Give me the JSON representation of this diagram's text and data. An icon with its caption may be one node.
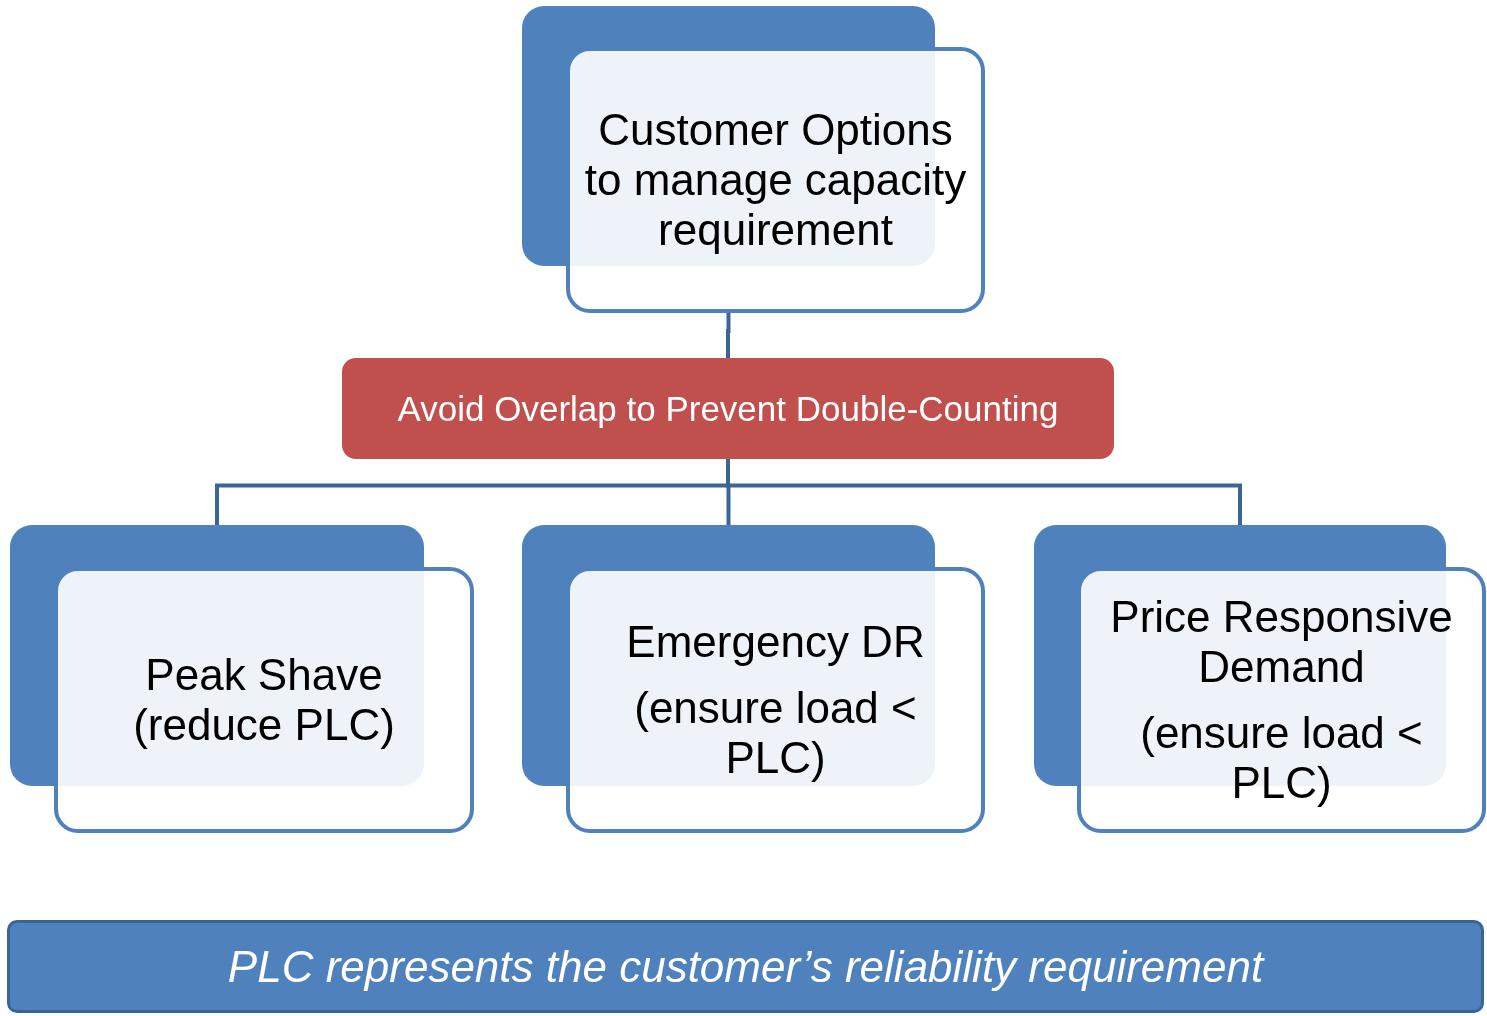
{
  "diagram": {
    "nodes": [
      {
        "text": [
          "Customer Options to manage capacity requirement"
        ]
      },
      {
        "text": [
          "Avoid Overlap to Prevent Double-Counting"
        ]
      },
      {
        "text": [
          "Peak Shave (reduce PLC)"
        ]
      },
      {
        "text": [
          "Emergency DR",
          "(ensure load < PLC)"
        ]
      },
      {
        "text": [
          "Price Responsive Demand",
          "(ensure load < PLC)"
        ]
      },
      {
        "text": [
          "PLC represents the customer’s reliability requirement"
        ]
      }
    ],
    "edges": [
      {
        "from": 0,
        "to": 1,
        "arrow": "none"
      },
      {
        "from": 1,
        "to": 2,
        "arrow": "none"
      },
      {
        "from": 1,
        "to": 3,
        "arrow": "none"
      },
      {
        "from": 1,
        "to": 4,
        "arrow": "none"
      }
    ]
  }
}
